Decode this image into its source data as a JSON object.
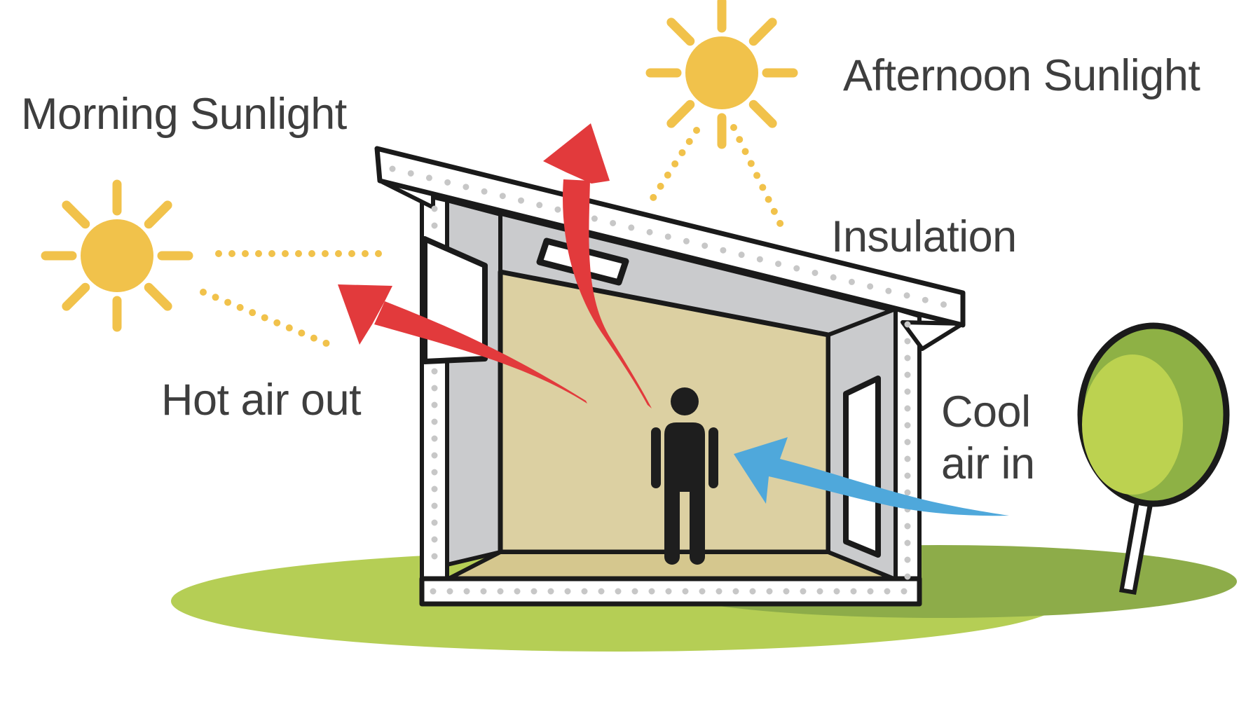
{
  "diagram": {
    "title_visible": false,
    "labels": {
      "morning_sunlight": "Morning Sunlight",
      "afternoon_sunlight": "Afternoon Sunlight",
      "insulation": "Insulation",
      "hot_air_out": "Hot air out",
      "cool_air_line1": "Cool",
      "cool_air_line2": "air in"
    },
    "icons": [
      {
        "name": "morning-sun-icon",
        "meaning": "morning sun with dotted light rays toward house"
      },
      {
        "name": "afternoon-sun-icon",
        "meaning": "afternoon sun with dotted light rays toward roof"
      },
      {
        "name": "house-cross-section",
        "meaning": "passive house cut-away with insulated roof, walls, floor and roof vent"
      },
      {
        "name": "roof-vent",
        "meaning": "clerestory opening letting hot air escape"
      },
      {
        "name": "hot-air-up-arrow-icon",
        "meaning": "hot air rising out through roof vent"
      },
      {
        "name": "hot-air-out-arrow-icon",
        "meaning": "hot air escaping through left window"
      },
      {
        "name": "cool-air-in-arrow-icon",
        "meaning": "cool air entering through right window"
      },
      {
        "name": "person-icon",
        "meaning": "occupant standing inside"
      },
      {
        "name": "tree-icon",
        "meaning": "shade tree beside house"
      },
      {
        "name": "grass",
        "meaning": "ground / lawn"
      }
    ],
    "colors": {
      "sun_yellow": "#F1C24B",
      "hot_red": "#E23A3C",
      "cool_blue": "#4FA8DB",
      "wall_tan": "#DCD0A2",
      "floor_tan": "#D5C78E",
      "structure_gray": "#CACBCD",
      "insulation_dot_gray": "#C7C7C7",
      "grass_light": "#B5CE55",
      "grass_dark": "#8DAC49",
      "tree_green_dark": "#8EB145",
      "tree_green_light": "#BCD250",
      "outline_black": "#1A1A1A",
      "text_gray": "#3E3E3E"
    }
  }
}
